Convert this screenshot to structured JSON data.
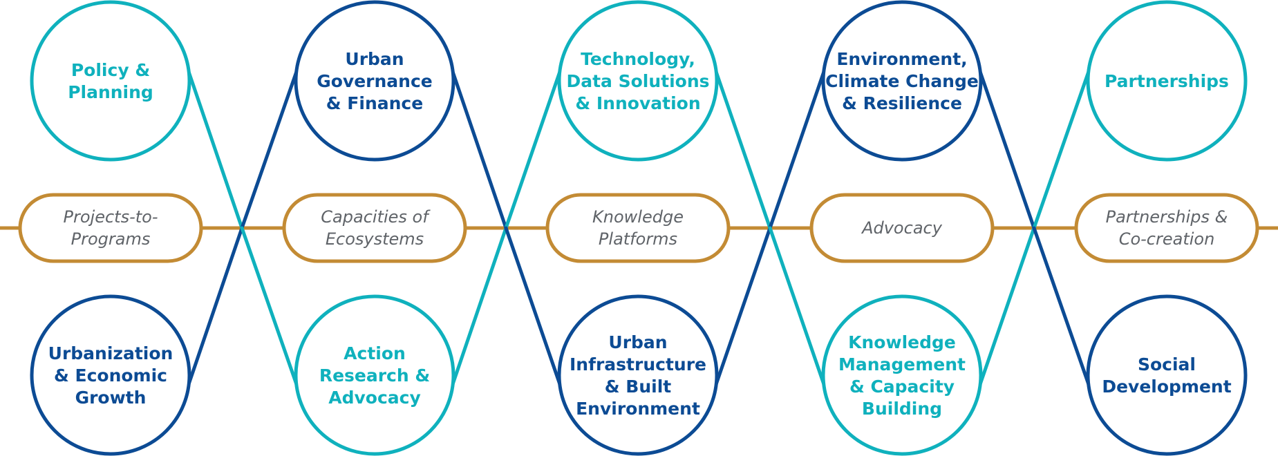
{
  "colors": {
    "teal": "#0fb1bd",
    "navy": "#0c4b94",
    "gold": "#c38b34",
    "node_text": "#5f6368"
  },
  "top_circles": [
    {
      "lines": [
        "Policy &",
        "Planning"
      ],
      "color": "teal"
    },
    {
      "lines": [
        "Urban",
        "Governance",
        "& Finance"
      ],
      "color": "navy"
    },
    {
      "lines": [
        "Technology,",
        "Data Solutions",
        "& Innovation"
      ],
      "color": "teal"
    },
    {
      "lines": [
        "Environment,",
        "Climate Change",
        "& Resilience"
      ],
      "color": "navy"
    },
    {
      "lines": [
        "Partnerships"
      ],
      "color": "teal"
    }
  ],
  "bottom_circles": [
    {
      "lines": [
        "Urbanization",
        "& Economic",
        "Growth"
      ],
      "color": "navy"
    },
    {
      "lines": [
        "Action",
        "Research &",
        "Advocacy"
      ],
      "color": "teal"
    },
    {
      "lines": [
        "Urban",
        "Infrastructure",
        "& Built",
        "Environment"
      ],
      "color": "navy"
    },
    {
      "lines": [
        "Knowledge",
        "Management",
        "& Capacity",
        "Building"
      ],
      "color": "teal"
    },
    {
      "lines": [
        "Social",
        "Development"
      ],
      "color": "navy"
    }
  ],
  "center_nodes": [
    {
      "lines": [
        "Projects-to-",
        "Programs"
      ]
    },
    {
      "lines": [
        "Capacities of",
        "Ecosystems"
      ]
    },
    {
      "lines": [
        "Knowledge",
        "Platforms"
      ]
    },
    {
      "lines": [
        "Advocacy"
      ]
    },
    {
      "lines": [
        "Partnerships &",
        "Co-creation"
      ]
    }
  ]
}
